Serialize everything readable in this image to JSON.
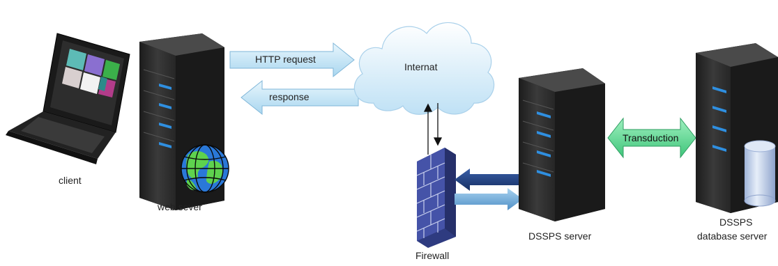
{
  "nodes": {
    "client": "client",
    "web_server": "web sever",
    "internet": "Internat",
    "firewall": "Firewall",
    "dssps_server": "DSSPS server",
    "db_server_line1": "DSSPS",
    "db_server_line2": "database server"
  },
  "links": {
    "request": "HTTP request",
    "response": "response",
    "transduction": "Transduction"
  },
  "colors": {
    "arrow_light_blue": "#bfe3f5",
    "arrow_dark_navy": "#1f3e7a",
    "arrow_mid_blue": "#6aa7d6",
    "transduction_green": "#5fd38f",
    "server_body": "#2a2a2a",
    "server_led": "#2f8fe0",
    "firewall_brick": "#3f4f9e",
    "cloud": "#d8eefa",
    "database": "#bfcfe8"
  }
}
